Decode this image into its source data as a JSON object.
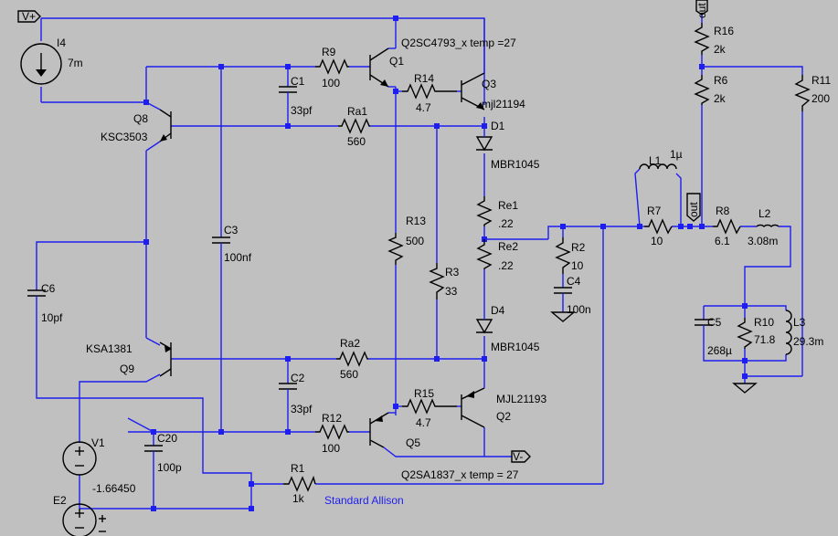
{
  "components": {
    "vplus": "V+",
    "vminus": "V-",
    "out_top": "out",
    "out_mid": "out",
    "I4": {
      "name": "I4",
      "value": "7m"
    },
    "R9": {
      "name": "R9",
      "value": "100"
    },
    "C1": {
      "name": "C1",
      "value": "33pf"
    },
    "Q1": {
      "name": "Q1",
      "model": "Q2SC4793_x temp =27"
    },
    "R14": {
      "name": "R14",
      "value": "4.7"
    },
    "Q3": {
      "name": "Q3",
      "model": "mjl21194"
    },
    "Q8": {
      "name": "Q8",
      "model": "KSC3503"
    },
    "Ra1": {
      "name": "Ra1",
      "value": "560"
    },
    "D1": {
      "name": "D1",
      "model": "MBR1045"
    },
    "Re1": {
      "name": "Re1",
      "value": ".22"
    },
    "Re2": {
      "name": "Re2",
      "value": ".22"
    },
    "R13": {
      "name": "R13",
      "value": "500"
    },
    "R3": {
      "name": "R3",
      "value": "33"
    },
    "C3": {
      "name": "C3",
      "value": "100nf"
    },
    "C6": {
      "name": "C6",
      "value": "10pf"
    },
    "D4": {
      "name": "D4",
      "model": "MBR1045"
    },
    "Q9": {
      "name": "Q9",
      "model": "KSA1381"
    },
    "Ra2": {
      "name": "Ra2",
      "value": "560"
    },
    "C2": {
      "name": "C2",
      "value": "33pf"
    },
    "R15": {
      "name": "R15",
      "value": "4.7"
    },
    "Q2": {
      "name": "Q2",
      "model": "MJL21193"
    },
    "R12": {
      "name": "R12",
      "value": "100"
    },
    "Q5": {
      "name": "Q5",
      "model": "Q2SA1837_x temp = 27"
    },
    "V1": {
      "name": "V1",
      "value": "-1.66450"
    },
    "C20": {
      "name": "C20",
      "value": "100p"
    },
    "E2": {
      "name": "E2"
    },
    "R1": {
      "name": "R1",
      "value": "1k"
    },
    "R2": {
      "name": "R2",
      "value": "10"
    },
    "C4": {
      "name": "C4",
      "value": "100n"
    },
    "L1": {
      "name": "L1",
      "value": "1µ"
    },
    "R7": {
      "name": "R7",
      "value": "10"
    },
    "R8": {
      "name": "R8",
      "value": "6.1"
    },
    "L2": {
      "name": "L2",
      "value": "3.08m"
    },
    "R16": {
      "name": "R16",
      "value": "2k"
    },
    "R6": {
      "name": "R6",
      "value": "2k"
    },
    "R11": {
      "name": "R11",
      "value": "200"
    },
    "C5": {
      "name": "C5",
      "value": "268µ"
    },
    "R10": {
      "name": "R10",
      "value": "71.8"
    },
    "L3": {
      "name": "L3",
      "value": "29.3m"
    },
    "title": "Standard Allison"
  }
}
